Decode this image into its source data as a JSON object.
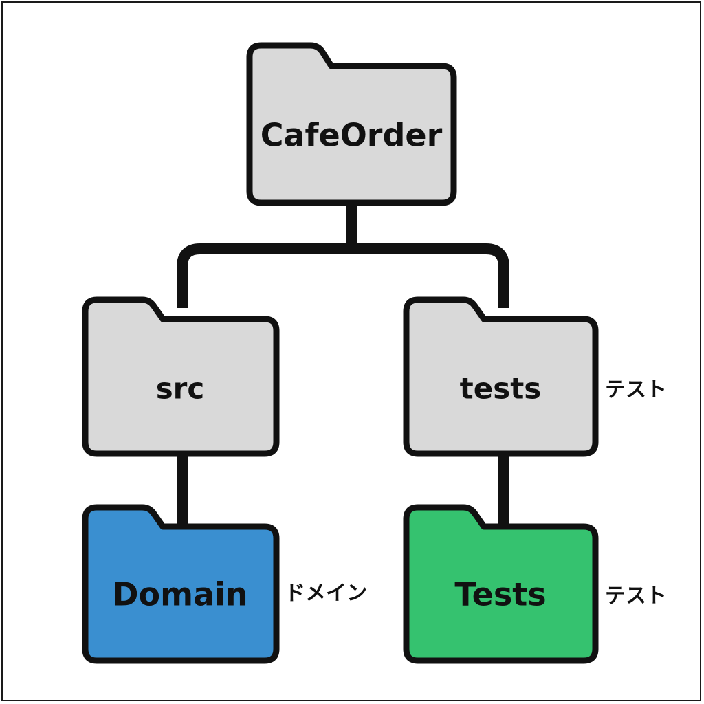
{
  "diagram": {
    "root": {
      "label": "CafeOrder",
      "color": "#d9d9d9"
    },
    "src": {
      "label": "src",
      "color": "#d9d9d9"
    },
    "tests": {
      "label": "tests",
      "color": "#d9d9d9",
      "note": "テスト"
    },
    "domain": {
      "label": "Domain",
      "color": "#3a8fd0",
      "note": "ドメイン"
    },
    "tests_leaf": {
      "label": "Tests",
      "color": "#35c26f",
      "note": "テスト"
    },
    "stroke_color": "#111111"
  }
}
